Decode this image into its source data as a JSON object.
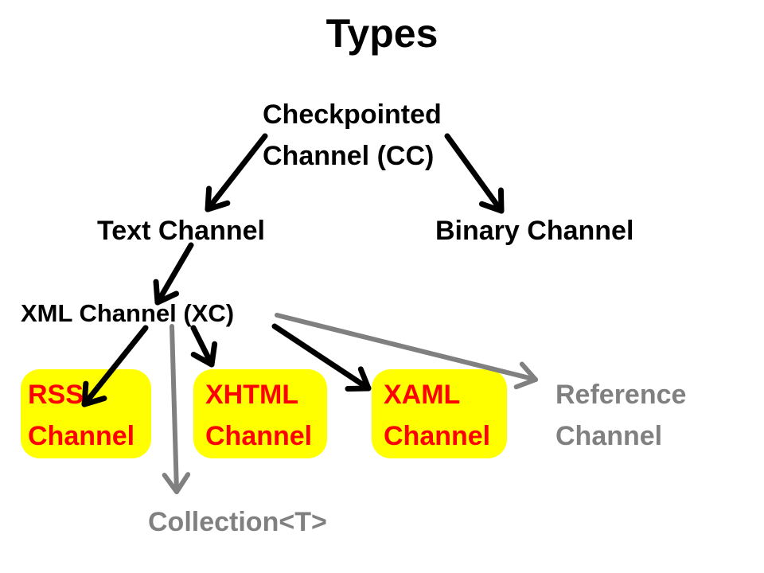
{
  "title": "Types",
  "colors": {
    "text": "#000000",
    "highlight_fill": "#ffff00",
    "highlight_text": "#ff0000",
    "secondary": "#808080",
    "arrow_primary": "#000000",
    "arrow_secondary": "#808080"
  },
  "nodes": {
    "cc": {
      "line1": "Checkpointed",
      "line2": "Channel (CC)"
    },
    "text": {
      "label": "Text Channel"
    },
    "binary": {
      "label": "Binary Channel"
    },
    "xc": {
      "label": "XML Channel (XC)"
    },
    "rss": {
      "line1": "RSS",
      "line2": "Channel"
    },
    "xhtml": {
      "line1": "XHTML",
      "line2": "Channel"
    },
    "xaml": {
      "line1": "XAML",
      "line2": "Channel"
    },
    "reference": {
      "line1": "Reference",
      "line2": "Channel"
    },
    "collection": {
      "label": "Collection<T>"
    }
  },
  "edges": [
    {
      "from": "cc",
      "to": "text",
      "style": "primary"
    },
    {
      "from": "cc",
      "to": "binary",
      "style": "primary"
    },
    {
      "from": "text",
      "to": "xc",
      "style": "primary"
    },
    {
      "from": "xc",
      "to": "rss",
      "style": "primary"
    },
    {
      "from": "xc",
      "to": "xhtml",
      "style": "primary"
    },
    {
      "from": "xc",
      "to": "xaml",
      "style": "primary"
    },
    {
      "from": "xc",
      "to": "reference",
      "style": "secondary"
    },
    {
      "from": "xc",
      "to": "collection",
      "style": "secondary"
    }
  ]
}
